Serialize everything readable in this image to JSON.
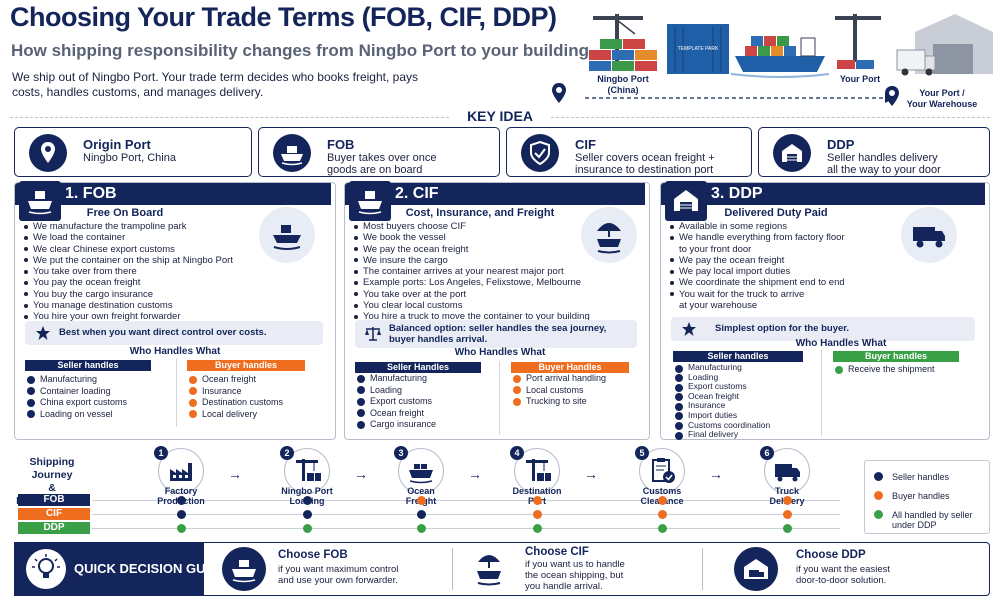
{
  "header": {
    "title": "Choosing Your Trade Terms (FOB, CIF, DDP)",
    "subtitle": "How shipping responsibility changes from Ningbo Port to your building",
    "intro": "We ship out of Ningbo Port. Your trade term decides who books freight, pays costs, handles customs, and manages delivery."
  },
  "route": {
    "origin_l1": "Ningbo Port",
    "origin_l2": "(China)",
    "destination_port": "Your Port",
    "warehouse_l1": "Your Port /",
    "warehouse_l2": "Your Warehouse",
    "container_text": "TEMPLATE PARK"
  },
  "key_idea": {
    "label": "KEY IDEA",
    "boxes": [
      {
        "title": "Origin Port",
        "l1": "Ningbo Port, China",
        "l2": "",
        "icon": "location-pin-icon"
      },
      {
        "title": "FOB",
        "l1": "Buyer takes over once",
        "l2": "goods are on board",
        "icon": "ship-icon"
      },
      {
        "title": "CIF",
        "l1": "Seller covers ocean freight +",
        "l2": "insurance to destination port",
        "icon": "shield-check-icon"
      },
      {
        "title": "DDP",
        "l1": "Seller handles delivery",
        "l2": "all the way to your door",
        "icon": "warehouse-icon"
      }
    ]
  },
  "fob": {
    "heading": "1. FOB",
    "subheading": "Free On Board",
    "items": [
      "We manufacture the trampoline park",
      "We load the container",
      "We clear Chinese export customs",
      "We put the container on the ship at Ningbo Port",
      "You take over from there",
      "You pay the ocean freight",
      "You buy the cargo insurance",
      "You manage destination customs",
      "You hire your own freight forwarder"
    ],
    "note": "Best when you want direct control over costs.",
    "who_title": "Who Handles What",
    "seller_header": "Seller handles",
    "seller": [
      "Manufacturing",
      "Container loading",
      "China export customs",
      "Loading on vessel"
    ],
    "buyer_header": "Buyer handles",
    "buyer": [
      "Ocean freight",
      "Insurance",
      "Destination customs",
      "Local delivery"
    ]
  },
  "cif": {
    "heading": "2. CIF",
    "subheading": "Cost, Insurance, and Freight",
    "items": [
      "Most buyers choose CIF",
      "We book the vessel",
      "We pay the ocean freight",
      "We insure the cargo",
      "The container arrives at your nearest major port",
      "Example ports: Los Angeles, Felixstowe, Melbourne",
      "You take over at the port",
      "You clear local customs",
      "You hire a truck to move the container to your building"
    ],
    "note_l1": "Balanced option: seller handles the sea journey,",
    "note_l2": "buyer handles arrival.",
    "who_title": "Who Handles What",
    "seller_header": "Seller Handles",
    "seller": [
      "Manufacturing",
      "Loading",
      "Export customs",
      "Ocean freight",
      "Cargo insurance"
    ],
    "buyer_header": "Buyer Handles",
    "buyer": [
      "Port arrival handling",
      "Local customs",
      "Trucking to site"
    ]
  },
  "ddp": {
    "heading": "3. DDP",
    "subheading": "Delivered Duty Paid",
    "items": [
      "Available in some regions",
      "We handle everything from factory floor",
      "to your front door",
      "We pay the ocean freight",
      "We pay local import duties",
      "We coordinate the shipment end to end",
      "You wait for the truck to arrive",
      "at your warehouse"
    ],
    "bulleted": [
      true,
      true,
      false,
      true,
      true,
      true,
      true,
      false
    ],
    "note": "Simplest option for the buyer.",
    "who_title": "Who Handles What",
    "seller_header": "Seller handles",
    "seller": [
      "Manufacturing",
      "Loading",
      "Export customs",
      "Ocean freight",
      "Insurance",
      "Import duties",
      "Customs coordination",
      "Final delivery"
    ],
    "buyer_header": "Buyer handles",
    "buyer": [
      "Receive the shipment"
    ]
  },
  "journey": {
    "title_l1": "Shipping Journey",
    "title_l2": "& Responsibility",
    "rows": [
      {
        "label": "FOB",
        "color": "#13255a"
      },
      {
        "label": "CIF",
        "color": "#ee6d1e"
      },
      {
        "label": "DDP",
        "color": "#3aa047"
      }
    ],
    "steps": [
      {
        "num": "1",
        "l1": "Factory",
        "l2": "Production",
        "icon": "factory-icon",
        "fob": "#13255a",
        "cif": "#13255a",
        "ddp": "#3aa047"
      },
      {
        "num": "2",
        "l1": "Ningbo Port",
        "l2": "Loading",
        "icon": "port-crane-icon",
        "fob": "#13255a",
        "cif": "#13255a",
        "ddp": "#3aa047"
      },
      {
        "num": "3",
        "l1": "Ocean",
        "l2": "Freight",
        "icon": "ship-icon",
        "fob": "#ee6d1e",
        "cif": "#13255a",
        "ddp": "#3aa047"
      },
      {
        "num": "4",
        "l1": "Destination",
        "l2": "Port",
        "icon": "port-crane-icon",
        "fob": "#ee6d1e",
        "cif": "#ee6d1e",
        "ddp": "#3aa047"
      },
      {
        "num": "5",
        "l1": "Customs",
        "l2": "Clearance",
        "icon": "clipboard-check-icon",
        "fob": "#ee6d1e",
        "cif": "#ee6d1e",
        "ddp": "#3aa047"
      },
      {
        "num": "6",
        "l1": "Truck",
        "l2": "Delivery",
        "icon": "truck-icon",
        "fob": "#ee6d1e",
        "cif": "#ee6d1e",
        "ddp": "#3aa047"
      }
    ]
  },
  "legend": {
    "seller": "Seller handles",
    "buyer": "Buyer handles",
    "all_l1": "All handled by seller",
    "all_l2": "under DDP"
  },
  "quick_decision": {
    "title": "QUICK DECISION GUIDE",
    "fob_title": "Choose FOB",
    "fob_l1": "if you want maximum control",
    "fob_l2": "and use your own forwarder.",
    "cif_title": "Choose CIF",
    "cif_l1": "if you want us to handle",
    "cif_l2": "the ocean shipping, but",
    "cif_l3": "you handle arrival.",
    "ddp_title": "Choose DDP",
    "ddp_l1": "if you want the easiest",
    "ddp_l2": "door-to-door solution."
  }
}
